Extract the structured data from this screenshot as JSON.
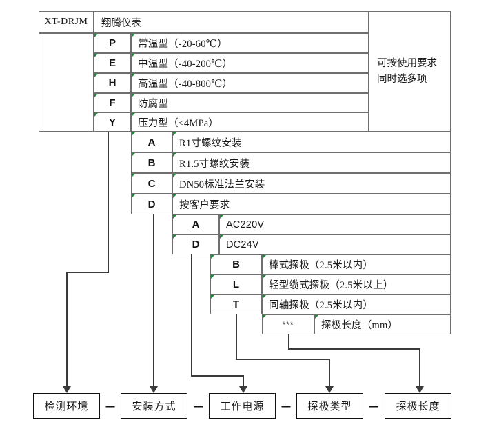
{
  "diagram": {
    "title_row": {
      "model_code": "XT-DRJM",
      "brand": "翔腾仪表"
    },
    "note": "可按使用要求\n同时选多项",
    "note_label": "可按使用要求同时选多项",
    "groups": [
      {
        "name": "detection-environment",
        "rows": [
          {
            "code": "P",
            "desc": "常温型（-20-60℃）"
          },
          {
            "code": "E",
            "desc": "中温型（-40-200℃）"
          },
          {
            "code": "H",
            "desc": "高温型（-40-800℃）"
          },
          {
            "code": "F",
            "desc": "防腐型"
          },
          {
            "code": "Y",
            "desc": "压力型（≤4MPa）"
          }
        ]
      },
      {
        "name": "installation-method",
        "rows": [
          {
            "code": "A",
            "desc": "R1寸螺纹安装"
          },
          {
            "code": "B",
            "desc": "R1.5寸螺纹安装"
          },
          {
            "code": "C",
            "desc": "DN50标准法兰安装"
          },
          {
            "code": "D",
            "desc": "按客户要求"
          }
        ]
      },
      {
        "name": "working-power",
        "rows": [
          {
            "code": "A",
            "desc": "AC220V"
          },
          {
            "code": "D",
            "desc": "DC24V"
          }
        ]
      },
      {
        "name": "probe-type",
        "rows": [
          {
            "code": "B",
            "desc": "棒式探极（2.5米以内）"
          },
          {
            "code": "L",
            "desc": "轻型缆式探极（2.5米以上）"
          },
          {
            "code": "T",
            "desc": "同轴探极（2.5米以内）"
          }
        ]
      },
      {
        "name": "probe-length",
        "rows": [
          {
            "code": "***",
            "desc": "探极长度（mm）"
          }
        ]
      }
    ],
    "result_boxes": [
      {
        "name": "detection-environment",
        "label": "检测环境"
      },
      {
        "name": "installation-method",
        "label": "安装方式"
      },
      {
        "name": "working-power",
        "label": "工作电源"
      },
      {
        "name": "probe-type",
        "label": "探极类型"
      },
      {
        "name": "probe-length",
        "label": "探极长度"
      }
    ],
    "separator": "－",
    "colors": {
      "border": "#6f6f6f",
      "box_border": "#111111",
      "connector": "#3a3a3a",
      "accent_marker": "#1f8a3b",
      "background": "#ffffff"
    }
  }
}
